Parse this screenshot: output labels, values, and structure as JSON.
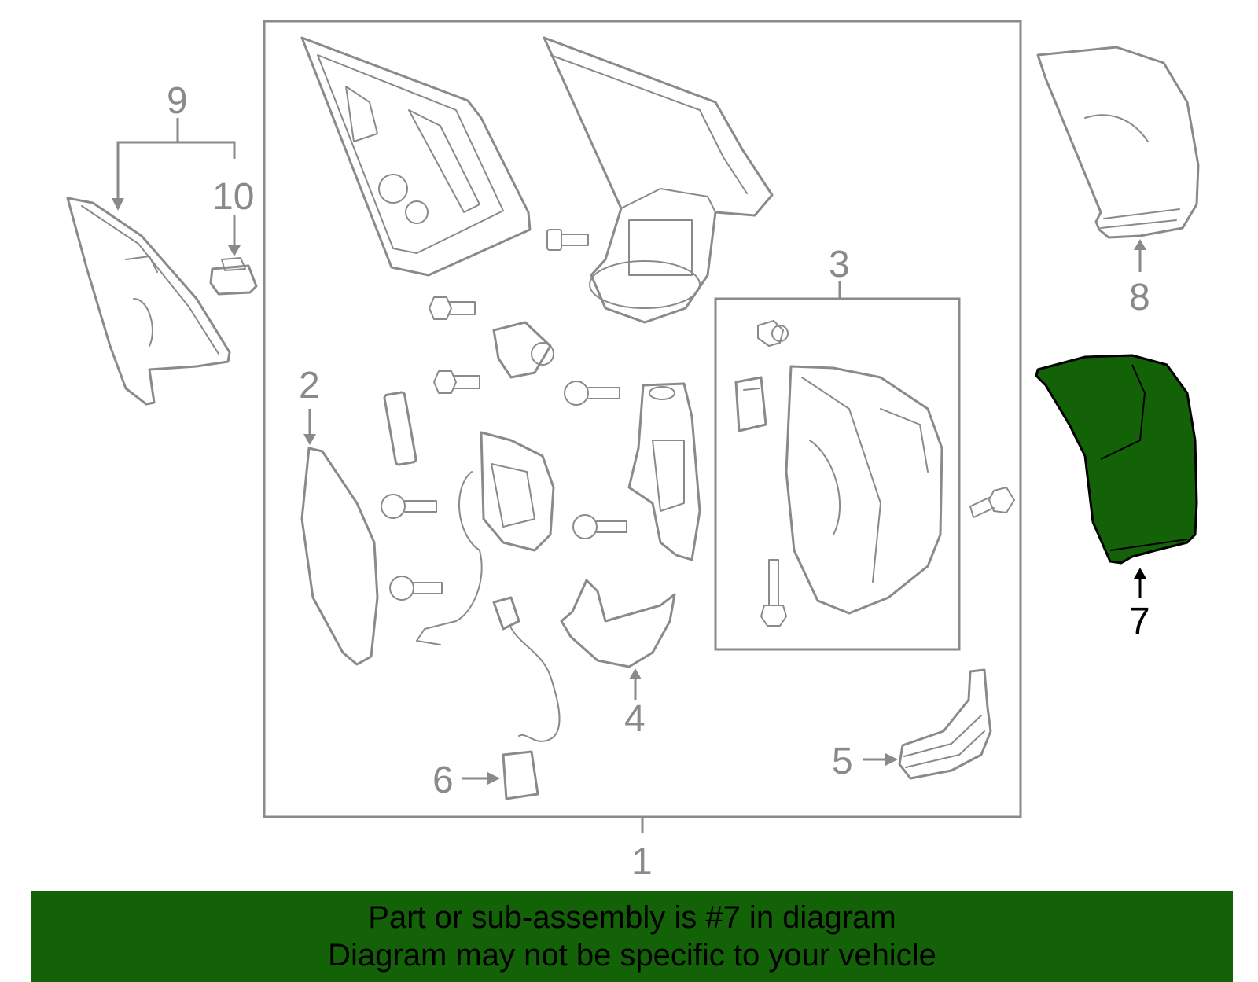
{
  "colors": {
    "highlight_fill": "#136207",
    "line_gray": "#8a8a8a",
    "banner_background": "#136207",
    "banner_text": "#000000"
  },
  "callouts": {
    "c1": "1",
    "c2": "2",
    "c3": "3",
    "c4": "4",
    "c5": "5",
    "c6": "6",
    "c7": "7",
    "c8": "8",
    "c9": "9",
    "c10": "10"
  },
  "highlighted_part": "7",
  "banner": {
    "line1": "Part or sub-assembly is #7 in diagram",
    "line2": "Diagram may not be specific to your vehicle"
  }
}
